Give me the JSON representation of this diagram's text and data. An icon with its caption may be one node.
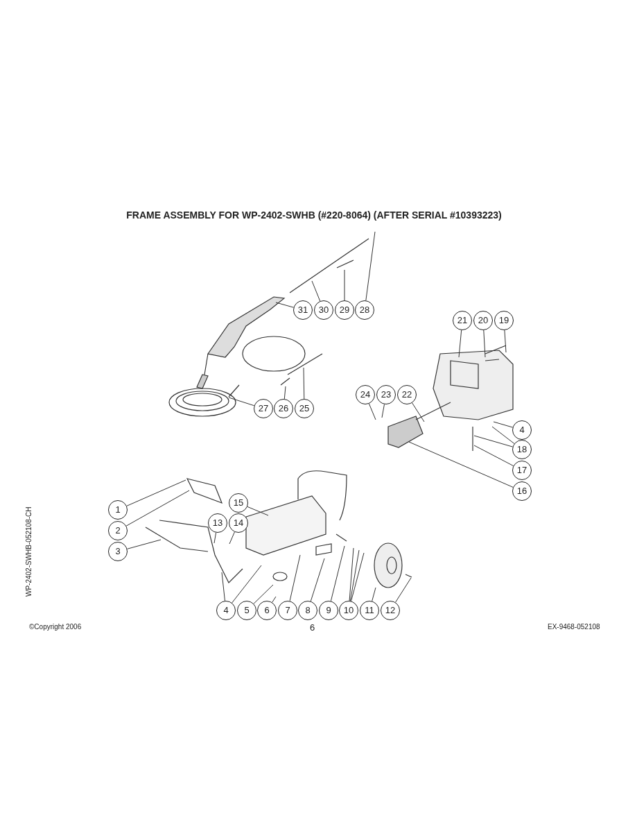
{
  "diagram": {
    "title": "FRAME ASSEMBLY FOR WP-2402-SWHB (#220-8064) (AFTER SERIAL #10393223)",
    "nodes": [
      {
        "text": [
          "31"
        ]
      },
      {
        "text": [
          "30"
        ]
      },
      {
        "text": [
          "29"
        ]
      },
      {
        "text": [
          "28"
        ]
      },
      {
        "text": [
          "21"
        ]
      },
      {
        "text": [
          "20"
        ]
      },
      {
        "text": [
          "19"
        ]
      },
      {
        "text": [
          "24"
        ]
      },
      {
        "text": [
          "23"
        ]
      },
      {
        "text": [
          "22"
        ]
      },
      {
        "text": [
          "27"
        ]
      },
      {
        "text": [
          "26"
        ]
      },
      {
        "text": [
          "25"
        ]
      },
      {
        "text": [
          "4"
        ]
      },
      {
        "text": [
          "18"
        ]
      },
      {
        "text": [
          "17"
        ]
      },
      {
        "text": [
          "16"
        ]
      },
      {
        "text": [
          "15"
        ]
      },
      {
        "text": [
          "1"
        ]
      },
      {
        "text": [
          "13"
        ]
      },
      {
        "text": [
          "14"
        ]
      },
      {
        "text": [
          "2"
        ]
      },
      {
        "text": [
          "3"
        ]
      },
      {
        "text": [
          "4"
        ]
      },
      {
        "text": [
          "5"
        ]
      },
      {
        "text": [
          "6"
        ]
      },
      {
        "text": [
          "7"
        ]
      },
      {
        "text": [
          "8"
        ]
      },
      {
        "text": [
          "9"
        ]
      },
      {
        "text": [
          "10"
        ]
      },
      {
        "text": [
          "11"
        ]
      },
      {
        "text": [
          "12"
        ]
      }
    ],
    "edges": [
      {
        "from": 0,
        "to": null,
        "arrow": "none"
      },
      {
        "from": 1,
        "to": null,
        "arrow": "none"
      },
      {
        "from": 2,
        "to": null,
        "arrow": "none"
      },
      {
        "from": 3,
        "to": null,
        "arrow": "none"
      },
      {
        "from": 4,
        "to": null,
        "arrow": "none"
      },
      {
        "from": 5,
        "to": null,
        "arrow": "none"
      },
      {
        "from": 6,
        "to": null,
        "arrow": "none"
      },
      {
        "from": 7,
        "to": null,
        "arrow": "none"
      },
      {
        "from": 8,
        "to": null,
        "arrow": "none"
      },
      {
        "from": 9,
        "to": null,
        "arrow": "none"
      },
      {
        "from": 10,
        "to": null,
        "arrow": "none"
      },
      {
        "from": 11,
        "to": null,
        "arrow": "none"
      },
      {
        "from": 12,
        "to": null,
        "arrow": "none"
      },
      {
        "from": 13,
        "to": null,
        "arrow": "none"
      },
      {
        "from": 14,
        "to": null,
        "arrow": "none"
      },
      {
        "from": 14,
        "to": null,
        "arrow": "none"
      },
      {
        "from": 15,
        "to": null,
        "arrow": "none"
      },
      {
        "from": 16,
        "to": null,
        "arrow": "none"
      },
      {
        "from": 17,
        "to": null,
        "arrow": "none"
      },
      {
        "from": 18,
        "to": null,
        "arrow": "none"
      },
      {
        "from": 19,
        "to": null,
        "arrow": "none"
      },
      {
        "from": 20,
        "to": null,
        "arrow": "none"
      },
      {
        "from": 21,
        "to": null,
        "arrow": "none"
      },
      {
        "from": 22,
        "to": null,
        "arrow": "none"
      },
      {
        "from": 23,
        "to": null,
        "arrow": "none"
      },
      {
        "from": 23,
        "to": null,
        "arrow": "none"
      },
      {
        "from": 24,
        "to": null,
        "arrow": "none"
      },
      {
        "from": 25,
        "to": null,
        "arrow": "none"
      },
      {
        "from": 26,
        "to": null,
        "arrow": "none"
      },
      {
        "from": 27,
        "to": null,
        "arrow": "none"
      },
      {
        "from": 28,
        "to": null,
        "arrow": "none"
      },
      {
        "from": 29,
        "to": null,
        "arrow": "none"
      },
      {
        "from": 29,
        "to": null,
        "arrow": "none"
      },
      {
        "from": 29,
        "to": null,
        "arrow": "none"
      },
      {
        "from": 30,
        "to": null,
        "arrow": "none"
      },
      {
        "from": 31,
        "to": null,
        "arrow": "none"
      }
    ],
    "labels": [
      "WP-2402-SWHB-052108-CH",
      "©Copyright 2006",
      "6",
      "EX-9468-052108"
    ]
  }
}
